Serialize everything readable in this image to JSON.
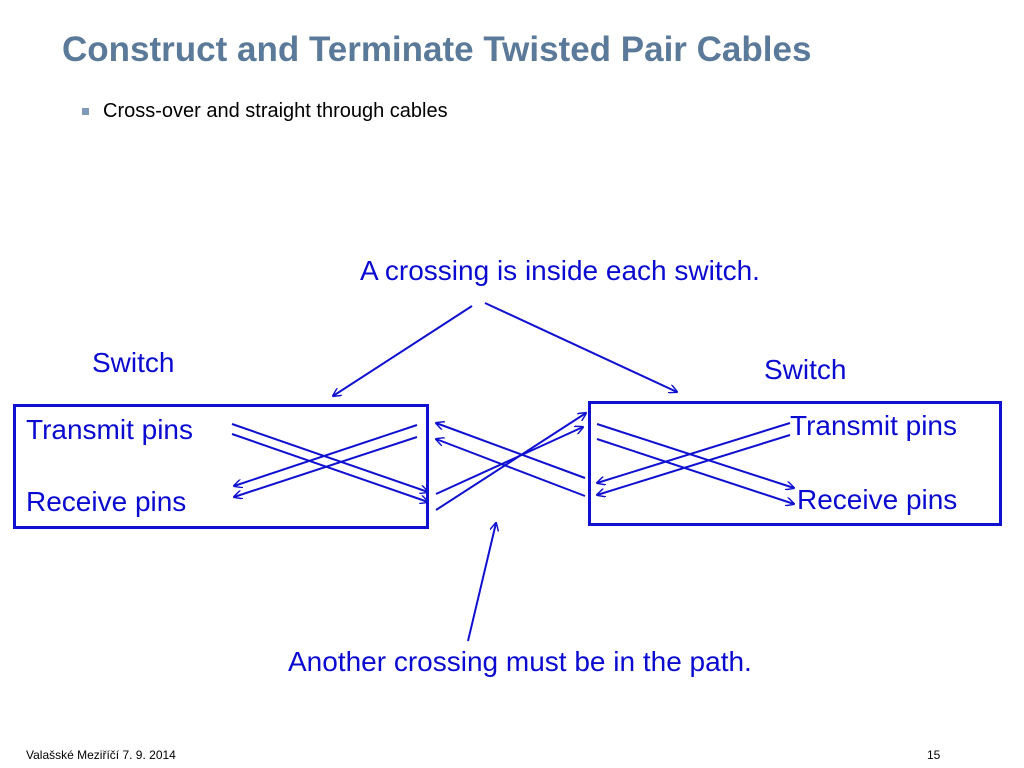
{
  "slide": {
    "title": "Construct and Terminate Twisted Pair Cables",
    "bullet": "Cross-over and straight through cables"
  },
  "diagram": {
    "top_note": "A crossing is inside each switch.",
    "bottom_note": "Another crossing must be in the path.",
    "left_switch": {
      "label": "Switch",
      "transmit": "Transmit pins",
      "receive": "Receive pins"
    },
    "right_switch": {
      "label": "Switch",
      "transmit": "Transmit pins",
      "receive": "Receive pins"
    },
    "line_color": "#1010d0"
  },
  "footer": {
    "location_date": "Valašské Meziříčí 7. 9. 2014",
    "page_number": "15"
  }
}
